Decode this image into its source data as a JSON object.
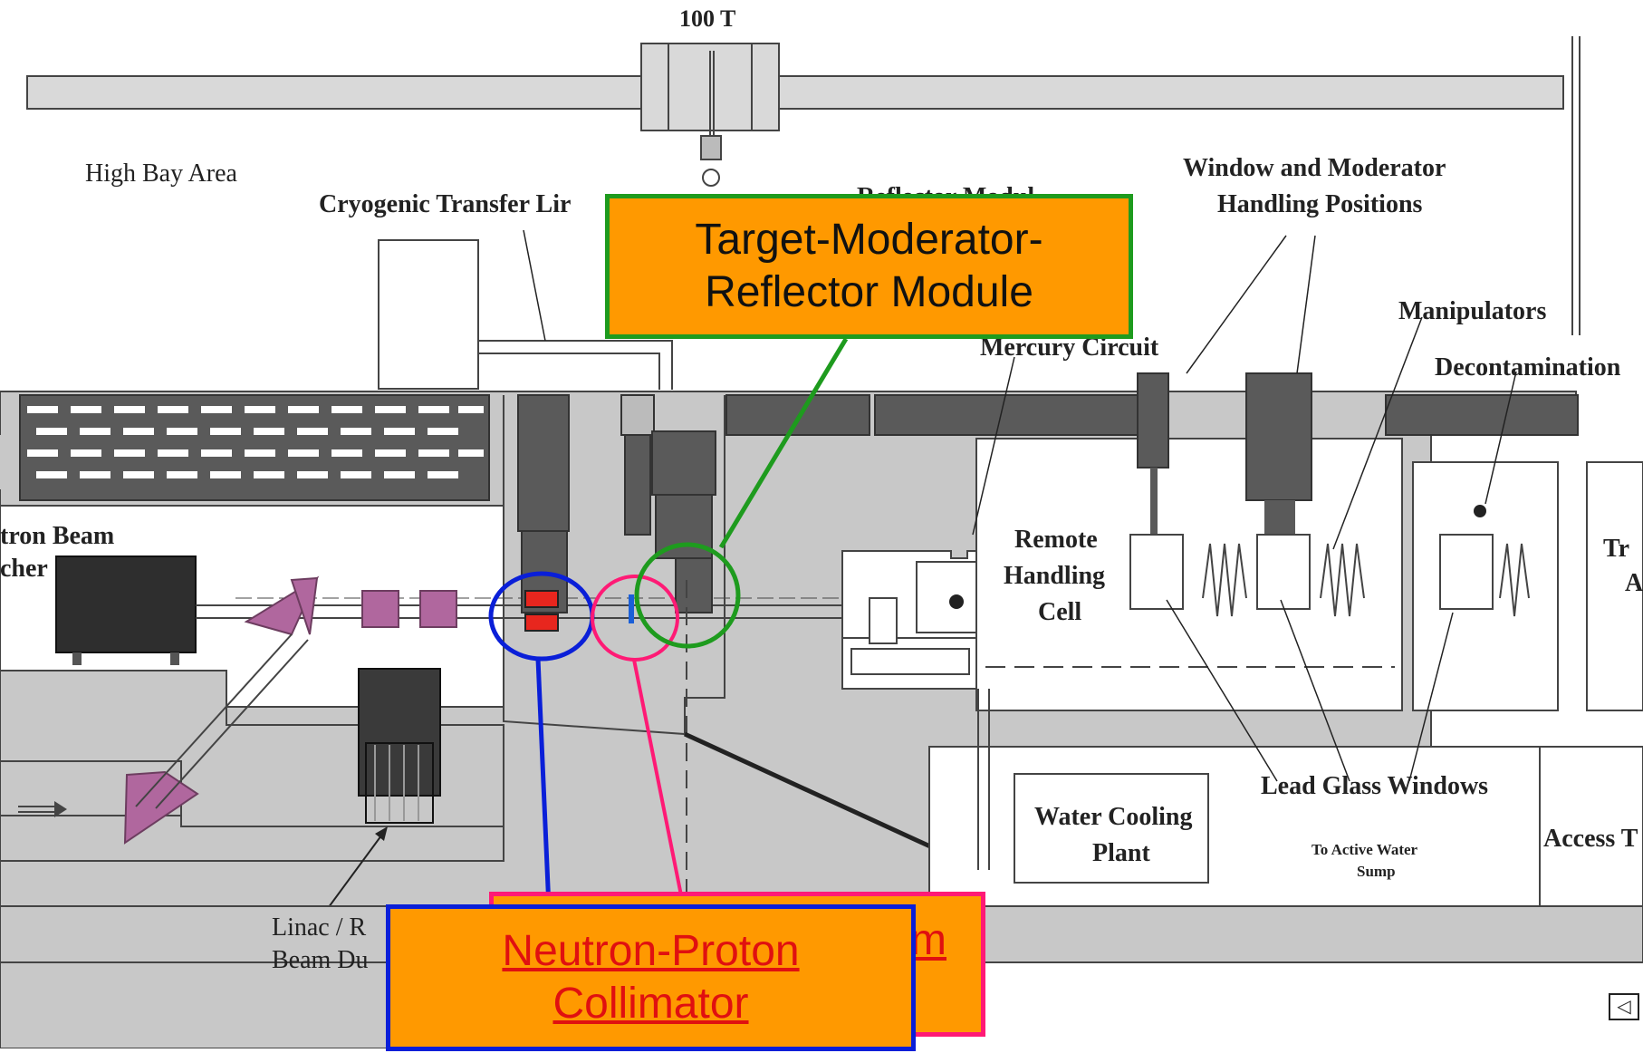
{
  "labels": {
    "crane": "100 T",
    "high_bay": "High Bay Area",
    "cryo": "Cryogenic Transfer Lir",
    "hidden_fragment": "Reflector Modul",
    "window_mod_1": "Window and Moderator",
    "window_mod_2": "Handling Positions",
    "manipulators": "Manipulators",
    "mercury": "Mercury Circuit",
    "decon": "Decontamination",
    "neutron_1": "tron Beam",
    "neutron_2": "cher",
    "remote_1": "Remote",
    "remote_2": "Handling",
    "remote_3": "Cell",
    "tr_1": "Tr",
    "tr_2": "A",
    "lead_glass": "Lead Glass Windows",
    "water_1": "Water Cooling",
    "water_2": "Plant",
    "active_1": "To Active Water",
    "active_2": "Sump",
    "access": "Access T",
    "linac_1": "Linac / R",
    "linac_2": "Beam Du"
  },
  "callouts": {
    "target": "Target-Moderator-\nReflector Module",
    "hidden": "m",
    "collimator_line1": "Neutron-Proton",
    "collimator_line2": "Collimator"
  },
  "colors": {
    "callout_fill": "#FF9900",
    "green": "#1e9b1e",
    "blue": "#0a1fd8",
    "pink": "#ff1a75",
    "gray": "#c8c8c8",
    "dark_gray": "#5a5a5a",
    "magenta": "#b0679e",
    "red": "#e8261e"
  },
  "nav": {
    "icon": "previous-slide-icon"
  }
}
